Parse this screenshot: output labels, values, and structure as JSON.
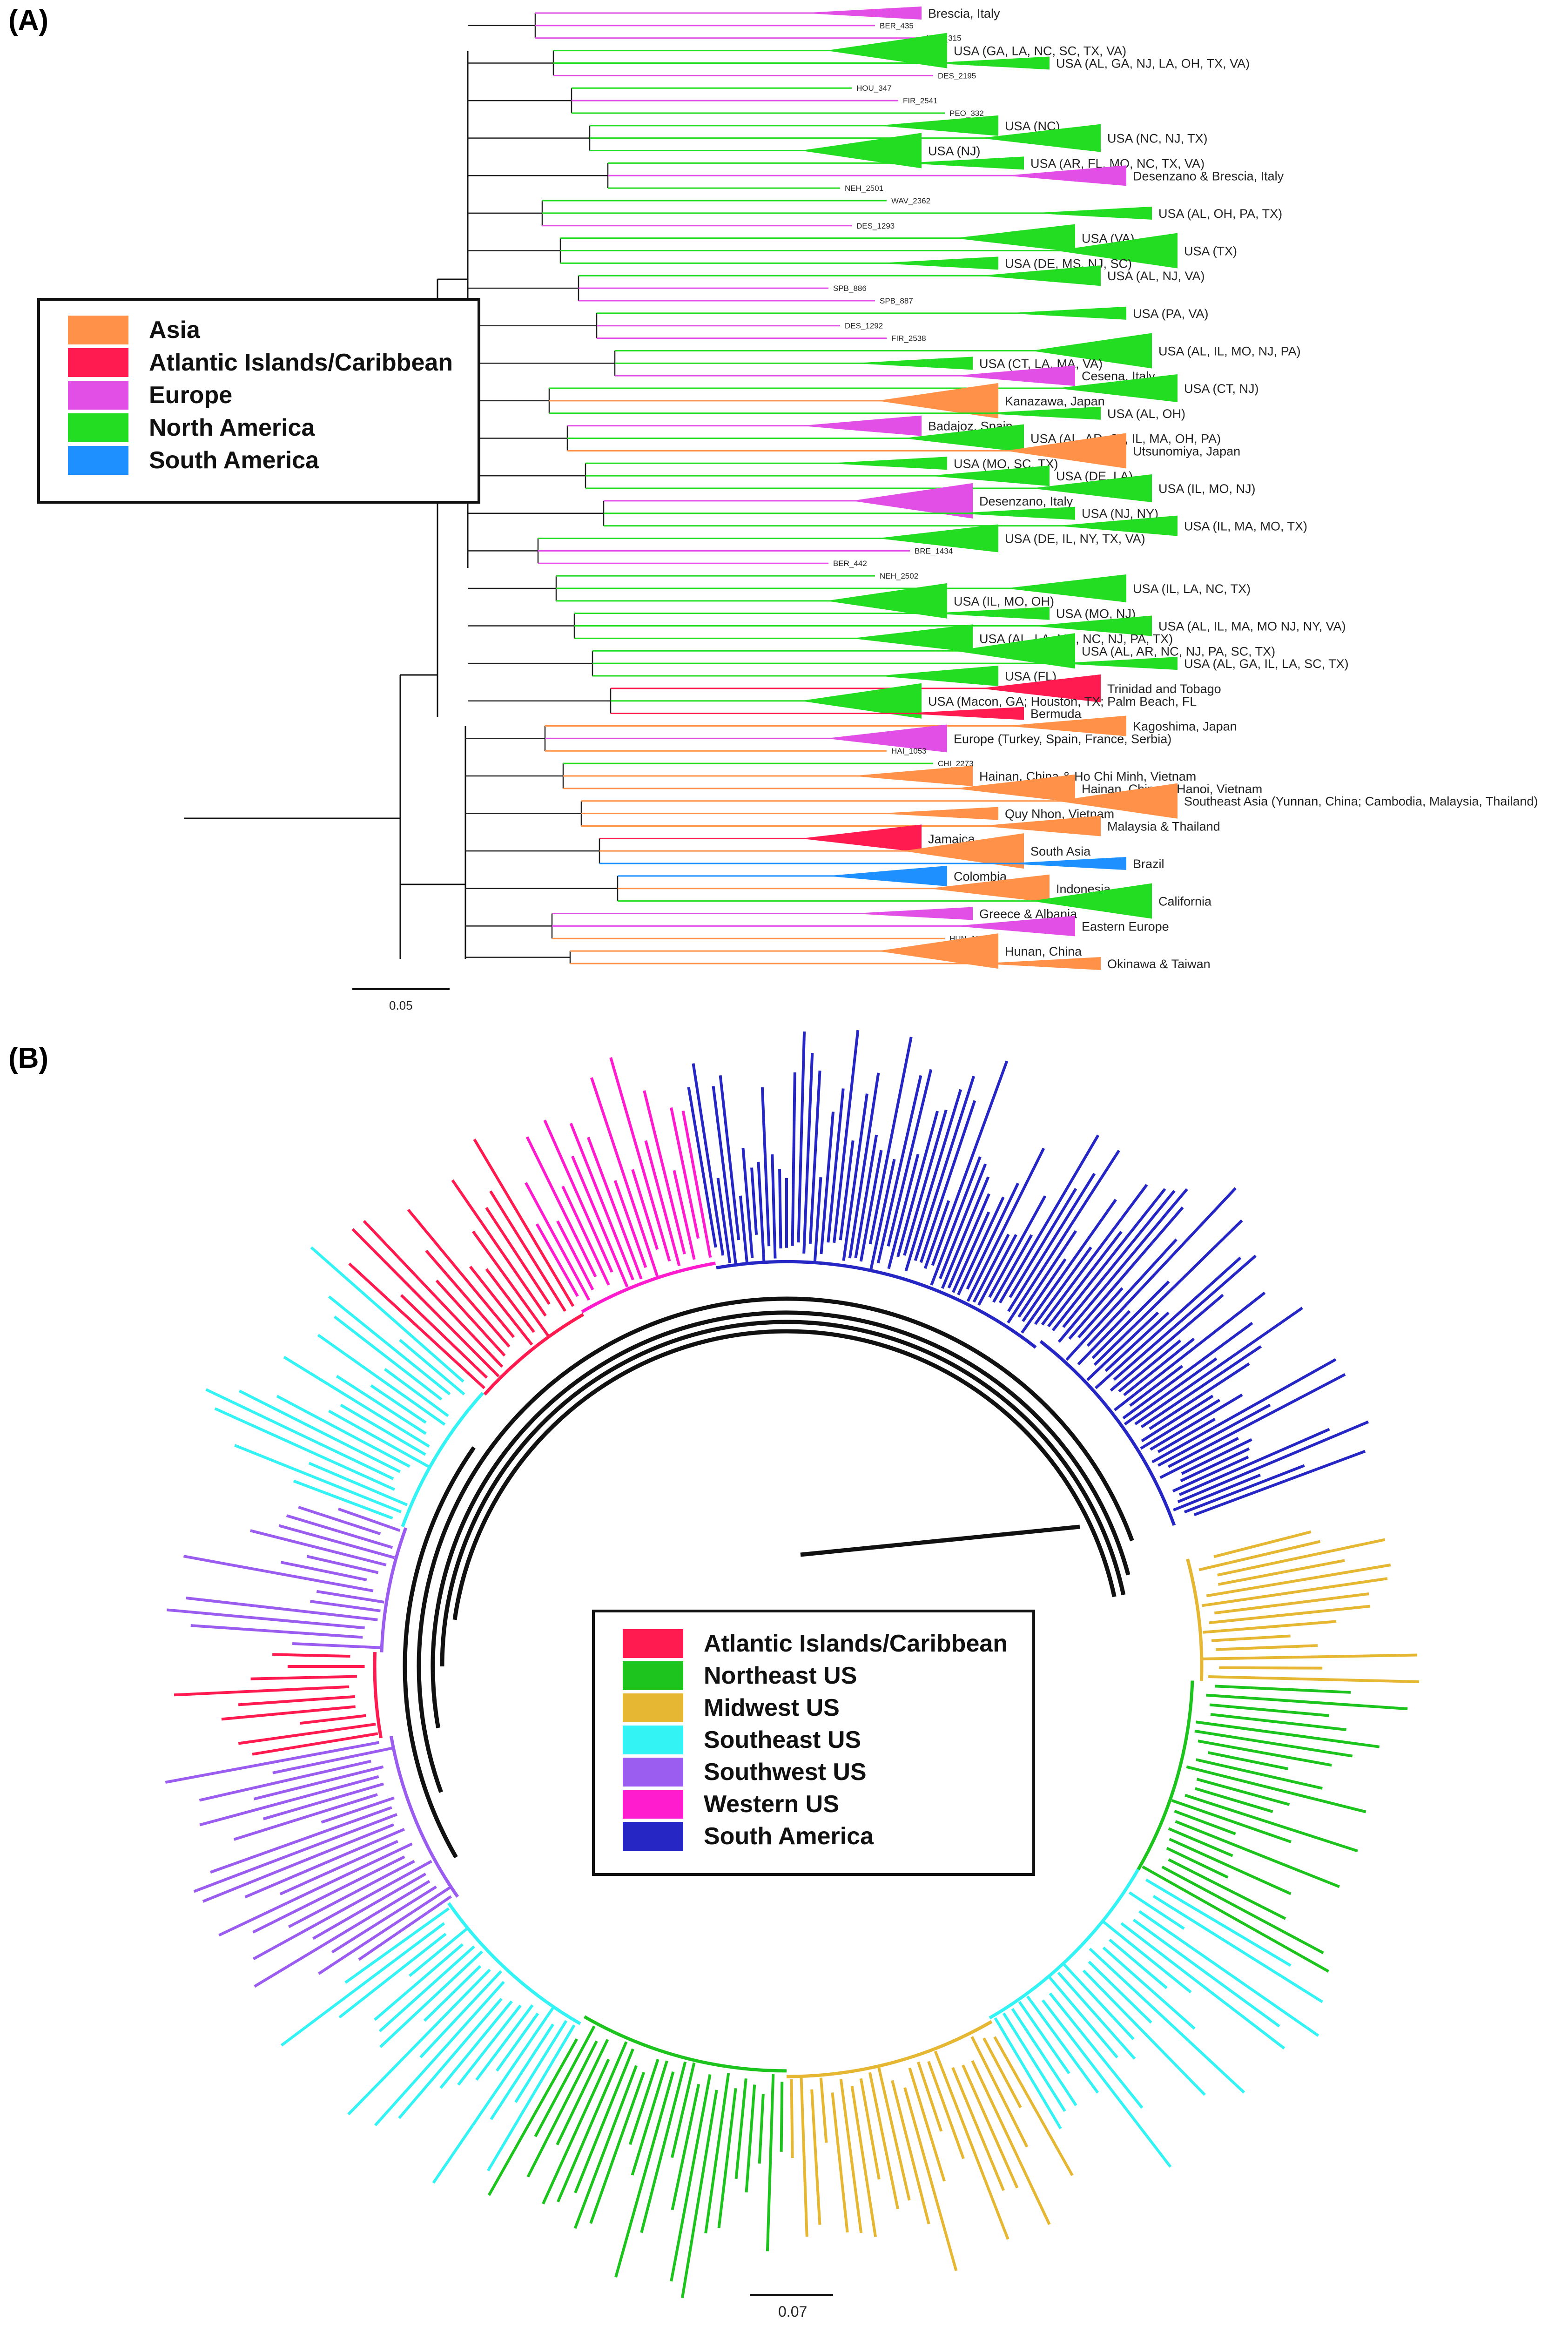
{
  "panel_a": {
    "label": "(A)",
    "scale_bar_label": "0.05",
    "legend": [
      {
        "label": "Asia",
        "color": "#ff9248"
      },
      {
        "label": "Atlantic Islands/Caribbean",
        "color": "#ff1a4f"
      },
      {
        "label": "Europe",
        "color": "#e24fe6"
      },
      {
        "label": "North America",
        "color": "#22dd22"
      },
      {
        "label": "South America",
        "color": "#1e90ff"
      }
    ],
    "clade_labels": [
      {
        "text": "Brescia, Italy",
        "region": "Europe"
      },
      {
        "text": "BER_435",
        "region": "Europe"
      },
      {
        "text": "MAN_315",
        "region": "Europe"
      },
      {
        "text": "USA (GA, LA, NC, SC, TX, VA)",
        "region": "North America"
      },
      {
        "text": "USA (AL, GA, NJ, LA, OH, TX, VA)",
        "region": "North America"
      },
      {
        "text": "DES_2195",
        "region": "Europe"
      },
      {
        "text": "HOU_347",
        "region": "North America"
      },
      {
        "text": "FIR_2541",
        "region": "Europe"
      },
      {
        "text": "PEO_332",
        "region": "North America"
      },
      {
        "text": "USA (NC)",
        "region": "North America"
      },
      {
        "text": "USA (NC, NJ, TX)",
        "region": "North America"
      },
      {
        "text": "USA (NJ)",
        "region": "North America"
      },
      {
        "text": "USA (AR, FL, MO, NC, TX, VA)",
        "region": "North America"
      },
      {
        "text": "Desenzano & Brescia, Italy",
        "region": "Europe"
      },
      {
        "text": "NEH_2501",
        "region": "North America"
      },
      {
        "text": "WAV_2362",
        "region": "North America"
      },
      {
        "text": "USA (AL, OH, PA, TX)",
        "region": "North America"
      },
      {
        "text": "DES_1293",
        "region": "Europe"
      },
      {
        "text": "USA (VA)",
        "region": "North America"
      },
      {
        "text": "USA (TX)",
        "region": "North America"
      },
      {
        "text": "USA (DE, MS, NJ, SC)",
        "region": "North America"
      },
      {
        "text": "USA (AL, NJ, VA)",
        "region": "North America"
      },
      {
        "text": "SPB_886",
        "region": "Europe"
      },
      {
        "text": "SPB_887",
        "region": "Europe"
      },
      {
        "text": "USA (PA, VA)",
        "region": "North America"
      },
      {
        "text": "DES_1292",
        "region": "Europe"
      },
      {
        "text": "FIR_2538",
        "region": "Europe"
      },
      {
        "text": "USA (AL, IL, MO, NJ, PA)",
        "region": "North America"
      },
      {
        "text": "USA (CT, LA, MA, VA)",
        "region": "North America"
      },
      {
        "text": "Cesena, Italy",
        "region": "Europe"
      },
      {
        "text": "USA (CT, NJ)",
        "region": "North America"
      },
      {
        "text": "Kanazawa, Japan",
        "region": "Asia"
      },
      {
        "text": "USA (AL, OH)",
        "region": "North America"
      },
      {
        "text": "Badajoz, Spain",
        "region": "Europe"
      },
      {
        "text": "USA (AL, AR, CT, IL, MA, OH, PA)",
        "region": "North America"
      },
      {
        "text": "Utsunomiya, Japan",
        "region": "Asia"
      },
      {
        "text": "USA (MO, SC, TX)",
        "region": "North America"
      },
      {
        "text": "USA (DE, LA)",
        "region": "North America"
      },
      {
        "text": "USA (IL, MO, NJ)",
        "region": "North America"
      },
      {
        "text": "Desenzano, Italy",
        "region": "Europe"
      },
      {
        "text": "USA (NJ, NY)",
        "region": "North America"
      },
      {
        "text": "USA (IL, MA, MO, TX)",
        "region": "North America"
      },
      {
        "text": "USA (DE, IL, NY, TX, VA)",
        "region": "North America"
      },
      {
        "text": "BRE_1434",
        "region": "Europe"
      },
      {
        "text": "BER_442",
        "region": "Europe"
      },
      {
        "text": "NEH_2502",
        "region": "North America"
      },
      {
        "text": "USA (IL, LA, NC, TX)",
        "region": "North America"
      },
      {
        "text": "USA (IL, MO, OH)",
        "region": "North America"
      },
      {
        "text": "USA (MO, NJ)",
        "region": "North America"
      },
      {
        "text": "USA (AL, IL, MA, MO NJ, NY, VA)",
        "region": "North America"
      },
      {
        "text": "USA (AL, LA, MS, NC, NJ, PA, TX)",
        "region": "North America"
      },
      {
        "text": "USA (AL, AR, NC, NJ, PA, SC, TX)",
        "region": "North America"
      },
      {
        "text": "USA (AL, GA, IL, LA, SC, TX)",
        "region": "North America"
      },
      {
        "text": "USA (FL)",
        "region": "North America"
      },
      {
        "text": "Trinidad and Tobago",
        "region": "Atlantic Islands/Caribbean"
      },
      {
        "text": "USA (Macon, GA; Houston, TX; Palm Beach, FL",
        "region": "North America"
      },
      {
        "text": "Bermuda",
        "region": "Atlantic Islands/Caribbean"
      },
      {
        "text": "Kagoshima, Japan",
        "region": "Asia"
      },
      {
        "text": "Europe (Turkey, Spain, France, Serbia)",
        "region": "Europe"
      },
      {
        "text": "HAI_1053",
        "region": "Asia"
      },
      {
        "text": "CHI_2273",
        "region": "North America"
      },
      {
        "text": "Hainan, China & Ho Chi Minh, Vietnam",
        "region": "Asia"
      },
      {
        "text": "Hainan, China & Hanoi, Vietnam",
        "region": "Asia"
      },
      {
        "text": "Southeast Asia (Yunnan, China; Cambodia, Malaysia, Thailand)",
        "region": "Asia"
      },
      {
        "text": "Quy Nhon, Vietnam",
        "region": "Asia"
      },
      {
        "text": "Malaysia & Thailand",
        "region": "Asia"
      },
      {
        "text": "Jamaica",
        "region": "Atlantic Islands/Caribbean"
      },
      {
        "text": "South Asia",
        "region": "Asia"
      },
      {
        "text": "Brazil",
        "region": "South America"
      },
      {
        "text": "Colombia",
        "region": "South America"
      },
      {
        "text": "Indonesia",
        "region": "Asia"
      },
      {
        "text": "California",
        "region": "North America"
      },
      {
        "text": "Greece & Albania",
        "region": "Europe"
      },
      {
        "text": "Eastern Europe",
        "region": "Europe"
      },
      {
        "text": "HUN_1173",
        "region": "Asia"
      },
      {
        "text": "Hunan, China",
        "region": "Asia"
      },
      {
        "text": "Okinawa & Taiwan",
        "region": "Asia"
      }
    ]
  },
  "panel_b": {
    "label": "(B)",
    "scale_bar_label": "0.07",
    "legend": [
      {
        "label": "Atlantic Islands/Caribbean",
        "color": "#ff1a4f"
      },
      {
        "label": "Northeast US",
        "color": "#1ec41e"
      },
      {
        "label": "Midwest US",
        "color": "#e5b733"
      },
      {
        "label": "Southeast US",
        "color": "#33f3f5"
      },
      {
        "label": "Southwest US",
        "color": "#9b5cf0"
      },
      {
        "label": "Western US",
        "color": "#ff1ccf"
      },
      {
        "label": "South America",
        "color": "#2626c4"
      }
    ]
  }
}
